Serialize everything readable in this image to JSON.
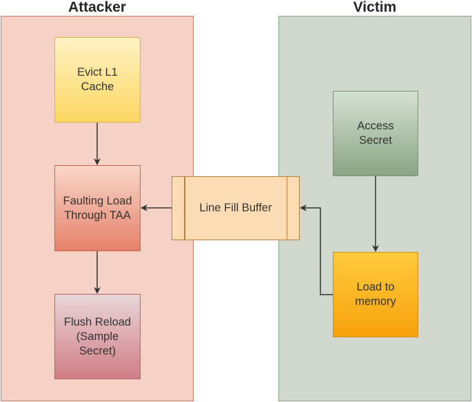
{
  "lanes": {
    "attacker": {
      "title": "Attacker"
    },
    "victim": {
      "title": "Victim"
    }
  },
  "nodes": {
    "evict_l1": {
      "label": "Evict L1\nCache"
    },
    "faulting_load": {
      "label": "Faulting Load\nThrough TAA"
    },
    "flush_reload": {
      "label": "Flush Reload\n(Sample\nSecret)"
    },
    "access_secret": {
      "label": "Access\nSecret"
    },
    "load_memory": {
      "label": "Load to\nmemory"
    },
    "line_fill_buffer": {
      "label": "Line Fill Buffer"
    }
  },
  "edges": [
    {
      "from": "evict_l1",
      "to": "faulting_load"
    },
    {
      "from": "faulting_load",
      "to": "flush_reload"
    },
    {
      "from": "access_secret",
      "to": "load_memory"
    },
    {
      "from": "load_memory",
      "to": "line_fill_buffer"
    },
    {
      "from": "line_fill_buffer",
      "to": "faulting_load"
    }
  ],
  "colors": {
    "attacker_lane": "#f6d2c6",
    "victim_lane": "#d1d9cf",
    "arrow": "#333333"
  }
}
